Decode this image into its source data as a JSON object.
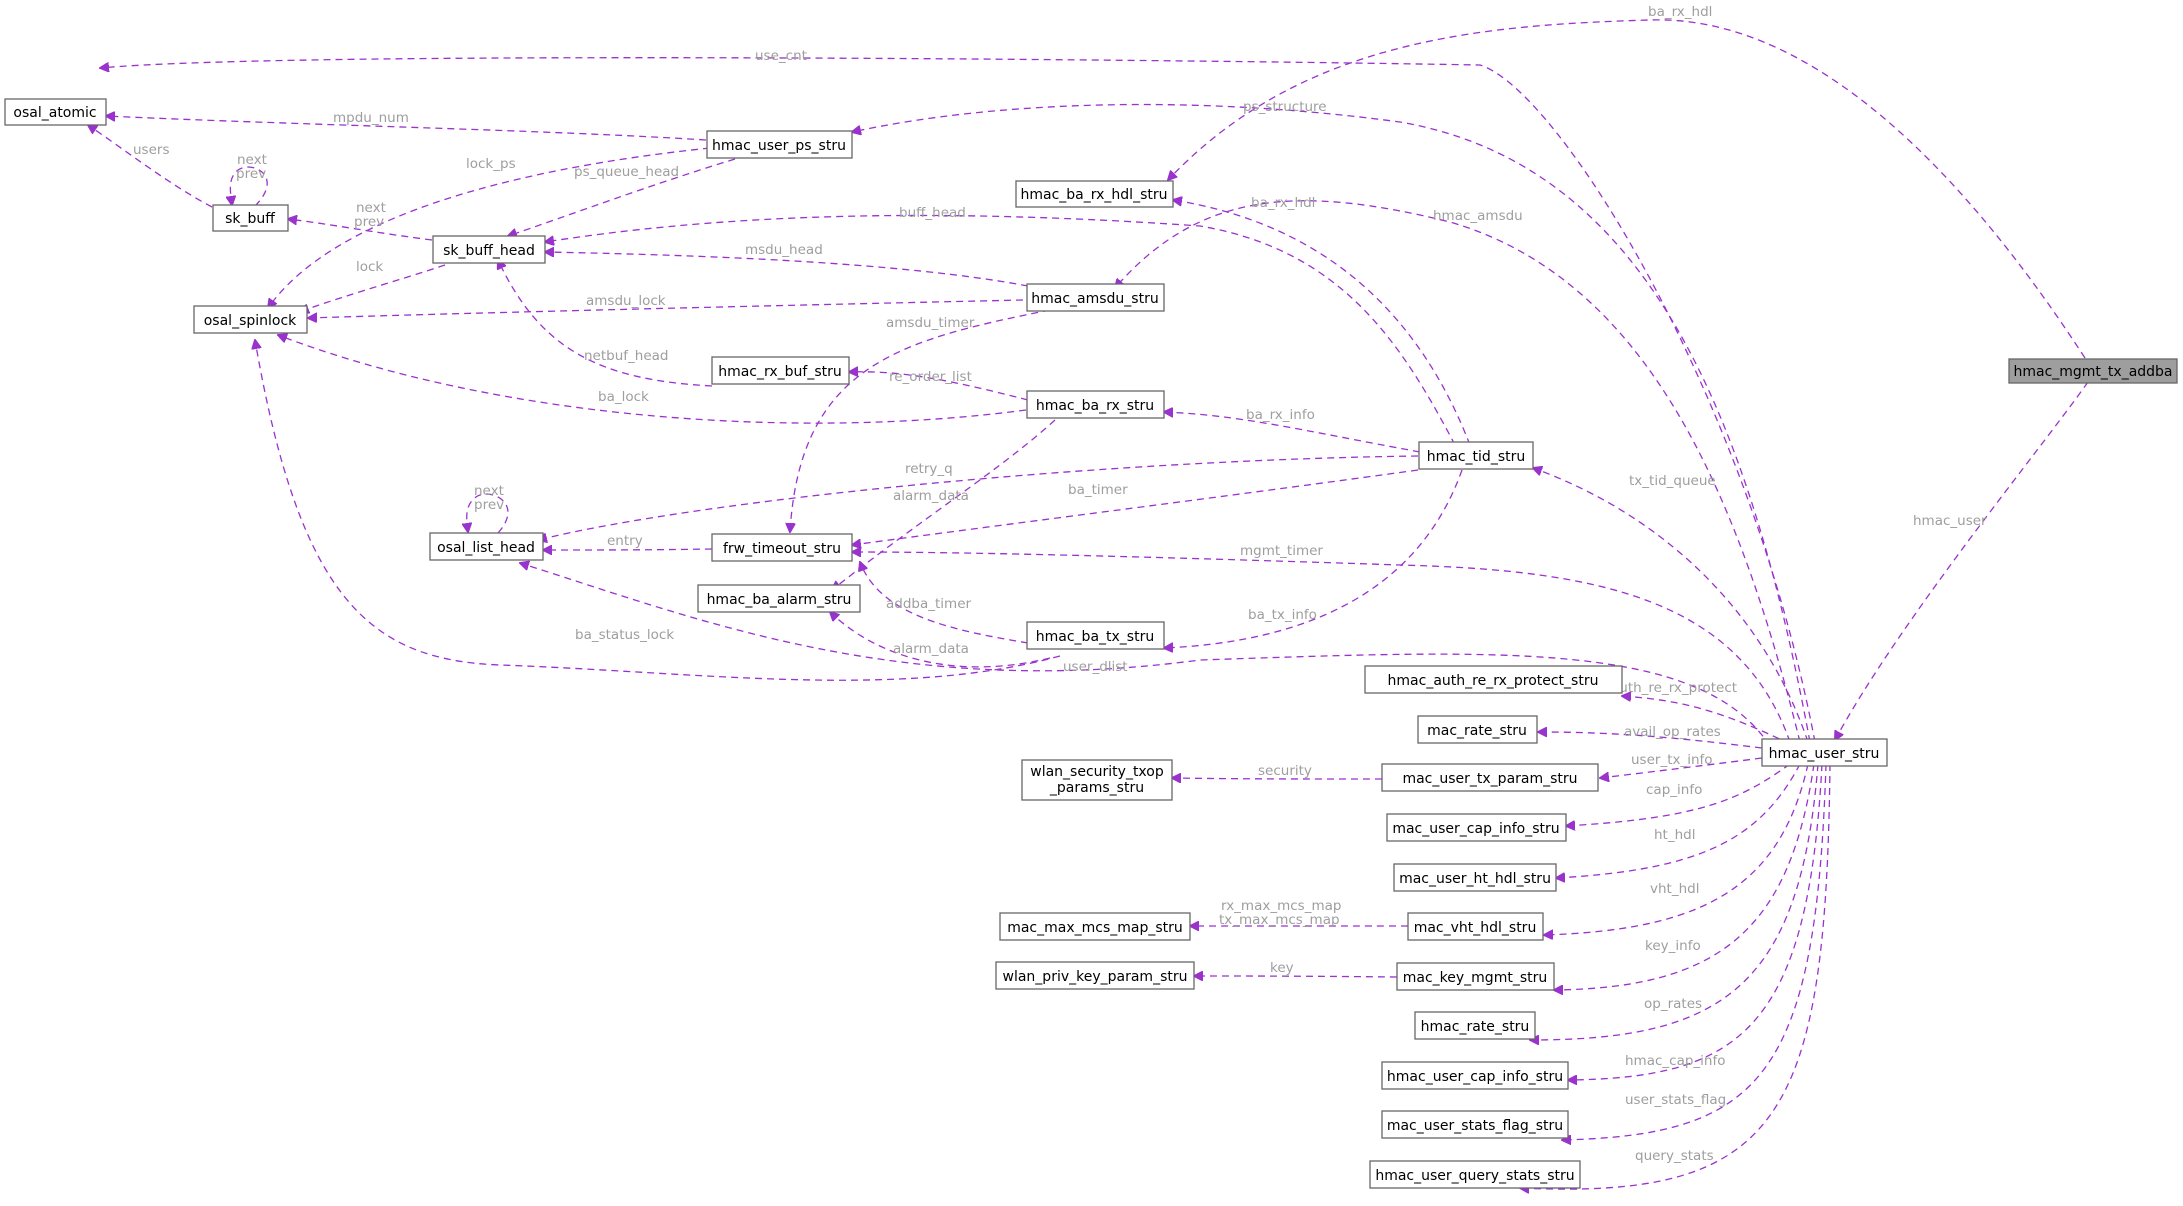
{
  "diagram": {
    "root": "hmac_mgmt_tx_addba",
    "nodes": {
      "osal_atomic": "osal_atomic",
      "hmac_user_ps_stru": "hmac_user_ps_stru",
      "sk_buff": "sk_buff",
      "sk_buff_head": "sk_buff_head",
      "osal_spinlock": "osal_spinlock",
      "hmac_ba_rx_hdl_stru": "hmac_ba_rx_hdl_stru",
      "hmac_amsdu_stru": "hmac_amsdu_stru",
      "hmac_rx_buf_stru": "hmac_rx_buf_stru",
      "hmac_ba_rx_stru": "hmac_ba_rx_stru",
      "hmac_tid_stru": "hmac_tid_stru",
      "osal_list_head": "osal_list_head",
      "frw_timeout_stru": "frw_timeout_stru",
      "hmac_ba_alarm_stru": "hmac_ba_alarm_stru",
      "hmac_ba_tx_stru": "hmac_ba_tx_stru",
      "hmac_mgmt_tx_addba": "hmac_mgmt_tx_addba",
      "hmac_user_stru": "hmac_user_stru",
      "hmac_auth_re_rx_protect_stru": "hmac_auth_re_rx_protect_stru",
      "mac_rate_stru": "mac_rate_stru",
      "wlan_security_txop_params_stru_l1": "wlan_security_txop",
      "wlan_security_txop_params_stru_l2": "_params_stru",
      "mac_user_tx_param_stru": "mac_user_tx_param_stru",
      "mac_user_cap_info_stru": "mac_user_cap_info_stru",
      "mac_user_ht_hdl_stru": "mac_user_ht_hdl_stru",
      "mac_max_mcs_map_stru": "mac_max_mcs_map_stru",
      "mac_vht_hdl_stru": "mac_vht_hdl_stru",
      "wlan_priv_key_param_stru": "wlan_priv_key_param_stru",
      "mac_key_mgmt_stru": "mac_key_mgmt_stru",
      "hmac_rate_stru": "hmac_rate_stru",
      "hmac_user_cap_info_stru": "hmac_user_cap_info_stru",
      "mac_user_stats_flag_stru": "mac_user_stats_flag_stru",
      "hmac_user_query_stats_stru": "hmac_user_query_stats_stru"
    },
    "edge_labels": {
      "ba_rx_hdl_top": "ba_rx_hdl",
      "use_cnt": "use_cnt",
      "ps_structure": "ps_structure",
      "mpdu_num": "mpdu_num",
      "users": "users",
      "next_sk": "next",
      "prev_sk": "prev",
      "lock_ps": "lock_ps",
      "ps_queue_head": "ps_queue_head",
      "next_skh": "next",
      "prev_skh": "prev",
      "lock": "lock",
      "buff_head": "buff_head",
      "ba_rx_hdl_mid": "ba_rx_hdl",
      "hmac_amsdu": "hmac_amsdu",
      "msdu_head": "msdu_head",
      "amsdu_lock": "amsdu_lock",
      "amsdu_timer": "amsdu_timer",
      "netbuf_head": "netbuf_head",
      "re_order_list": "re_order_list",
      "ba_lock": "ba_lock",
      "ba_rx_info": "ba_rx_info",
      "retry_q": "retry_q",
      "alarm_data_rx": "alarm_data",
      "ba_timer": "ba_timer",
      "next_lh": "next",
      "prev_lh": "prev",
      "entry": "entry",
      "mgmt_timer": "mgmt_timer",
      "addba_timer": "addba_timer",
      "ba_tx_info": "ba_tx_info",
      "ba_status_lock": "ba_status_lock",
      "alarm_data_tx": "alarm_data",
      "user_dlist": "user_dlist",
      "tx_tid_queue": "tx_tid_queue",
      "hmac_user": "hmac_user",
      "auth_re_rx_protect": "auth_re_rx_protect",
      "avail_op_rates": "avail_op_rates",
      "security": "security",
      "user_tx_info": "user_tx_info",
      "cap_info": "cap_info",
      "ht_hdl": "ht_hdl",
      "rx_max_mcs_map": "rx_max_mcs_map",
      "tx_max_mcs_map": "tx_max_mcs_map",
      "vht_hdl": "vht_hdl",
      "key": "key",
      "key_info": "key_info",
      "op_rates": "op_rates",
      "hmac_cap_info": "hmac_cap_info",
      "user_stats_flag": "user_stats_flag",
      "query_stats": "query_stats"
    },
    "colors": {
      "edge": "#9a32cd",
      "edge_label": "#9e9e9e",
      "root_fill": "#9e9e9e",
      "node_border": "#666666"
    }
  }
}
